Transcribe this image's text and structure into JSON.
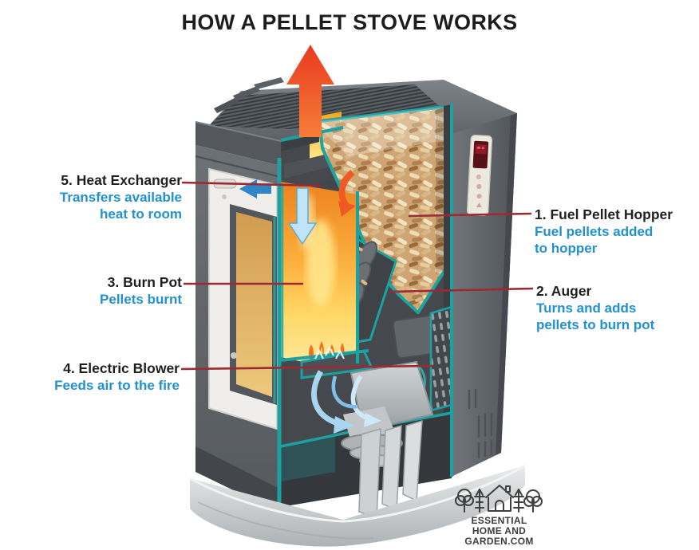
{
  "title": "HOW A PELLET STOVE WORKS",
  "callouts": {
    "hopper": {
      "title": "1. Fuel Pellet Hopper",
      "desc1": "Fuel pellets added",
      "desc2": "to hopper"
    },
    "auger": {
      "title": "2. Auger",
      "desc1": "Turns and adds",
      "desc2": "pellets to burn pot"
    },
    "burn_pot": {
      "title": "3. Burn Pot",
      "desc1": "Pellets burnt"
    },
    "electric_blower": {
      "title": "4. Electric Blower",
      "desc1": "Feeds air to the fire"
    },
    "heat_exchanger": {
      "title": "5. Heat Exchanger",
      "desc1": "Transfers available",
      "desc2": "heat to room"
    }
  },
  "logo": {
    "line1": "ESSENTIAL",
    "line2": "HOME AND",
    "line3": "GARDEN.COM"
  },
  "icons": {
    "exhaust_arrow": "up-arrow-heat-exhaust",
    "airflow_arrows": "blue-airflow-arrows",
    "logo_house": "house-and-trees-line-art"
  },
  "colors": {
    "leader_line": "#9c2a34",
    "callout_title_text": "#1f1f1f",
    "callout_desc_text": "#2191cf",
    "teal_cut_edge": "#1ba1a0",
    "exhaust_arrow_red": "#e93a20",
    "exhaust_arrow_orange": "#f77d38",
    "airflow_blue": "#9fd2ef",
    "pellet_tan": "#cfa572",
    "fire_orange": "#ed821d",
    "fire_yellow": "#ffd867",
    "stove_body_gray": "#63676c",
    "base_light_gray": "#c9cdce"
  }
}
